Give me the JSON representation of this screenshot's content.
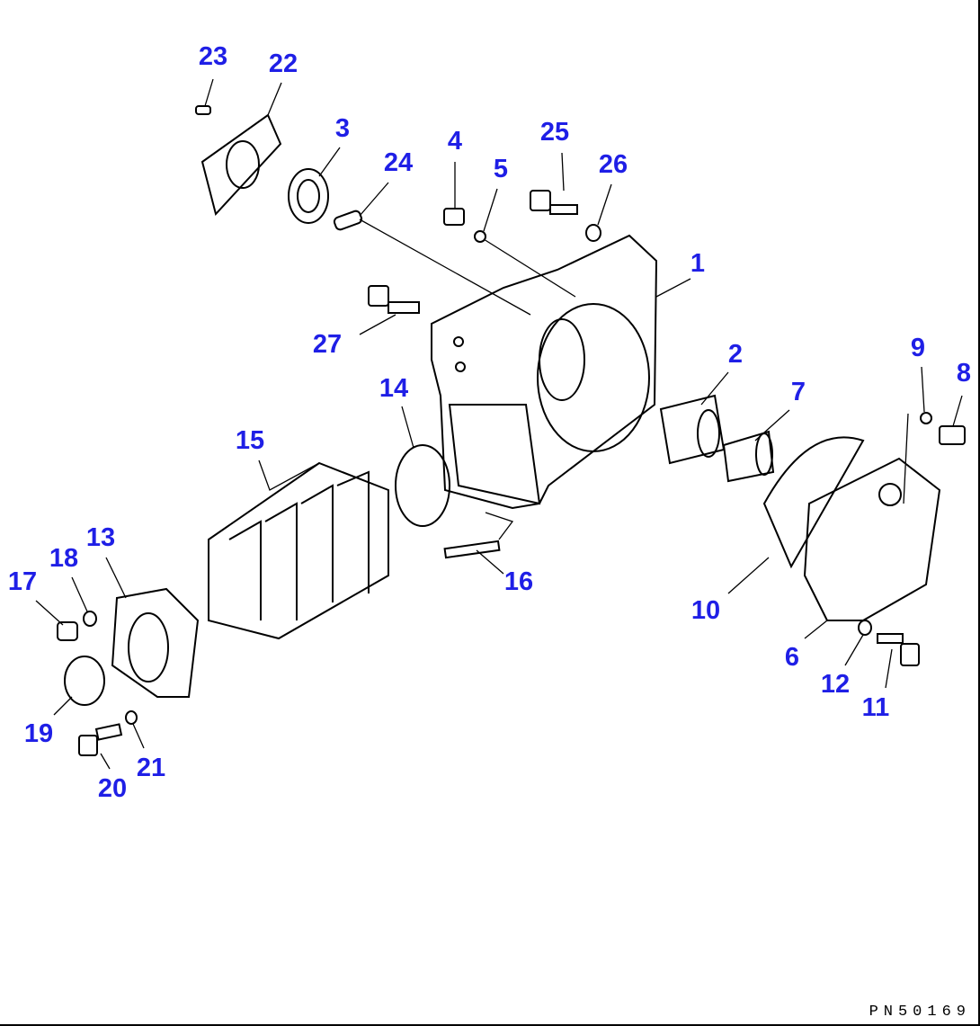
{
  "diagram": {
    "drawing_code": "PN50169",
    "callouts": {
      "p1": "1",
      "p2": "2",
      "p3": "3",
      "p4": "4",
      "p5": "5",
      "p6": "6",
      "p7": "7",
      "p8": "8",
      "p9": "9",
      "p10": "10",
      "p11": "11",
      "p12": "12",
      "p13": "13",
      "p14": "14",
      "p15": "15",
      "p16": "16",
      "p17": "17",
      "p18": "18",
      "p19": "19",
      "p20": "20",
      "p21": "21",
      "p22": "22",
      "p23": "23",
      "p24": "24",
      "p25": "25",
      "p26": "26",
      "p27": "27"
    },
    "label_color": "#1f1fe6"
  }
}
